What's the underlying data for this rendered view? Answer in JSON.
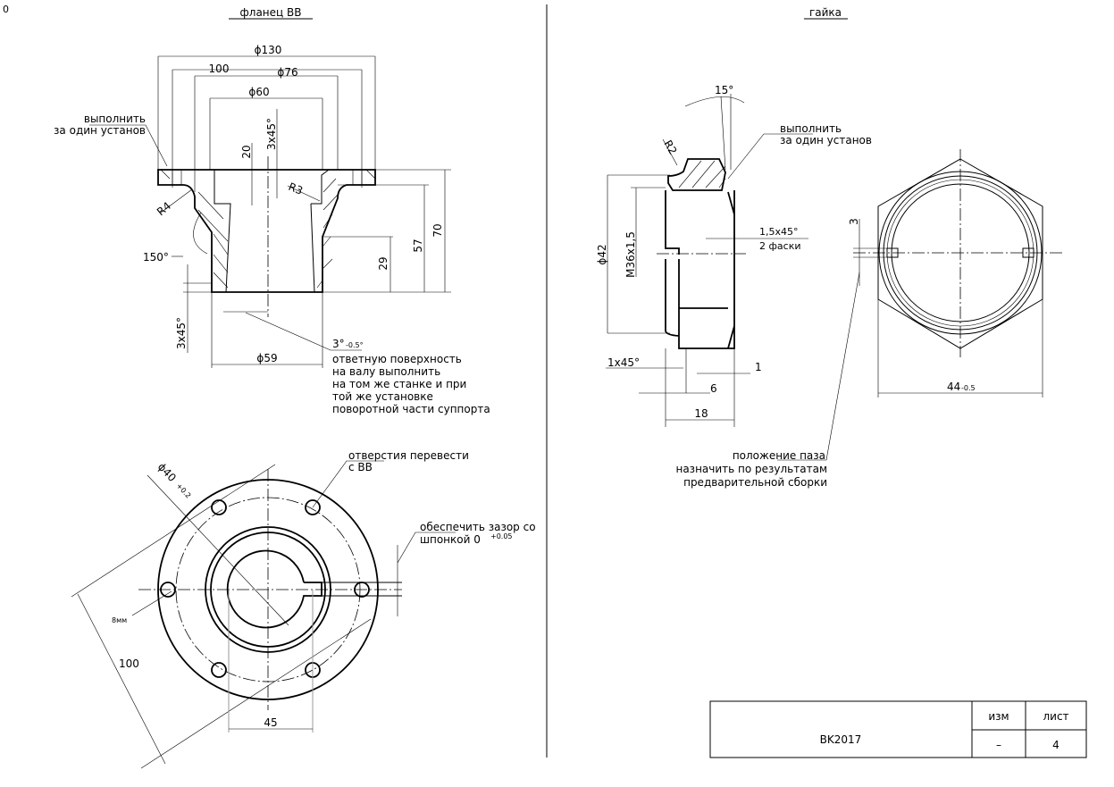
{
  "corner_label": "0",
  "flange": {
    "title": "фланец ВВ",
    "dims": {
      "d130": "ϕ130",
      "d100": "100",
      "d76": "ϕ76",
      "d60": "ϕ60",
      "h20": "20",
      "chamfer_top": "3x45°",
      "r3": "R3",
      "r4": "R4",
      "angle150": "150°",
      "h70": "70",
      "h57": "57",
      "h29": "29",
      "chamfer_bottom": "3x45°",
      "d59": "ϕ59",
      "taper": "3°",
      "taper_tol": "-0.5°"
    },
    "note_one_setup": [
      "выполнить",
      "за один установ"
    ],
    "taper_note": [
      "ответную поверхность",
      "на валу выполнить",
      "на том же станке и при",
      "той же установке",
      "поворотной части суппорта"
    ],
    "plan": {
      "d40": "ϕ40",
      "d40_tol": "+0.2",
      "hole_size": "8мм",
      "dist100": "100",
      "dist45": "45",
      "holes_note": [
        "отверстия перевести",
        "с ВВ"
      ],
      "key_note": [
        "обеспечить зазор со",
        "шпонкой 0"
      ],
      "key_tol": "+0.05"
    }
  },
  "nut": {
    "title": "гайка",
    "dims": {
      "angle15": "15°",
      "r2": "R2",
      "d42": "ϕ42",
      "thread": "M36x1,5",
      "chamfer": "1,5x45°",
      "chamfer_count": "2 фаски",
      "chamfer1": "1x45°",
      "len1": "1",
      "len6": "6",
      "len18": "18",
      "slot3": "3",
      "across_flats": "44",
      "across_flats_tol": "-0.5"
    },
    "note_one_setup": [
      "выполнить",
      "за один установ"
    ],
    "slot_note": [
      "положение паза",
      "назначить по результатам",
      "предварительной сборки"
    ]
  },
  "title_block": {
    "code": "BK2017",
    "rev_label": "изм",
    "sheet_label": "лист",
    "rev_value": "–",
    "sheet_value": "4"
  }
}
